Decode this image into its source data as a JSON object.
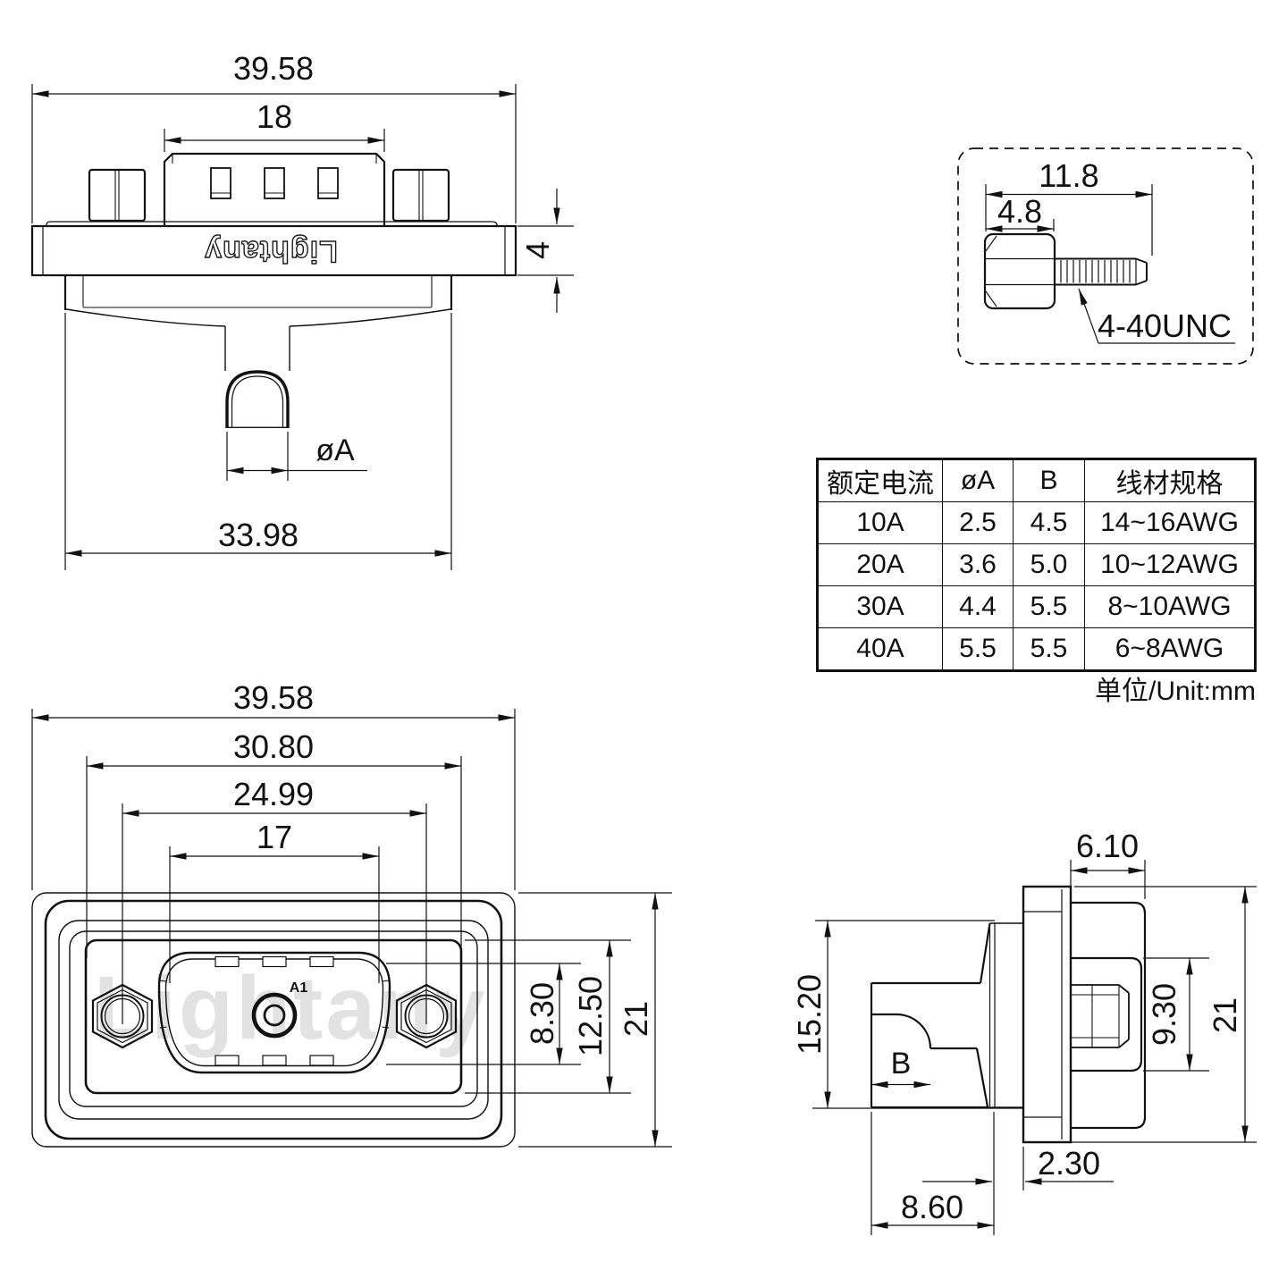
{
  "brand": {
    "logo_engraved": "Lightany",
    "watermark": "Lightany"
  },
  "top_view": {
    "overall_width": "39.58",
    "insert_width": "18",
    "flange_thickness": "4",
    "body_width": "33.98",
    "pin_diameter_label": "øA"
  },
  "screw_detail": {
    "overall_length": "11.8",
    "head_length": "4.8",
    "thread_spec": "4-40UNC"
  },
  "spec_table": {
    "headers": [
      "额定电流",
      "øA",
      "B",
      "线材规格"
    ],
    "rows": [
      [
        "10A",
        "2.5",
        "4.5",
        "14~16AWG"
      ],
      [
        "20A",
        "3.6",
        "5.0",
        "10~12AWG"
      ],
      [
        "30A",
        "4.4",
        "5.5",
        "8~10AWG"
      ],
      [
        "40A",
        "5.5",
        "5.5",
        "6~8AWG"
      ]
    ],
    "unit_note": "单位/Unit:mm"
  },
  "front_view": {
    "overall_width": "39.58",
    "panel_width": "30.80",
    "mount_hole_spacing": "24.99",
    "opening_width": "17",
    "opening_height": "8.30",
    "insert_height": "12.50",
    "overall_height": "21",
    "pin_label": "A1"
  },
  "side_view": {
    "shell_depth": "6.10",
    "rear_height": "15.20",
    "barrel_width_label": "B",
    "insert_height": "9.30",
    "overall_height": "21",
    "flange_offset": "2.30",
    "rear_depth": "8.60"
  }
}
